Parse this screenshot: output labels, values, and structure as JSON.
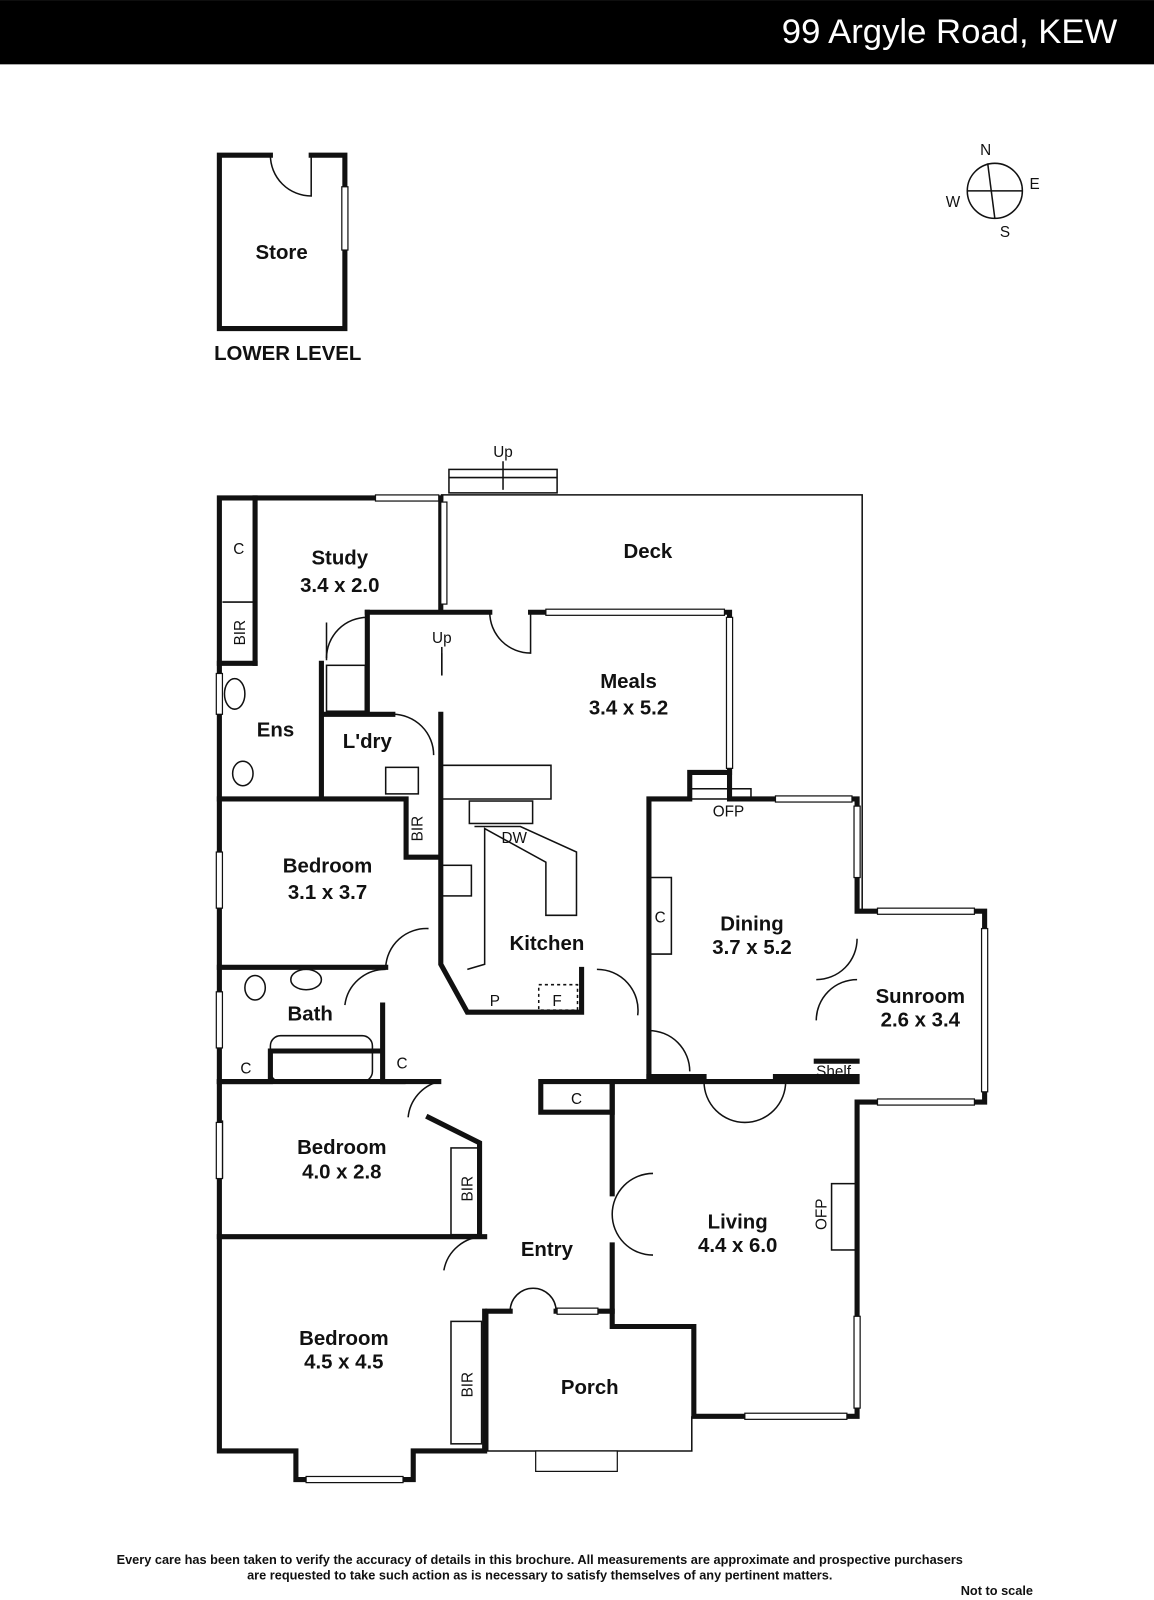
{
  "header": {
    "title": "99 Argyle Road, KEW"
  },
  "compass": {
    "n": "N",
    "e": "E",
    "s": "S",
    "w": "W"
  },
  "lower_level": {
    "room": "Store",
    "label": "LOWER LEVEL"
  },
  "rooms": {
    "study": {
      "name": "Study",
      "size": "3.4 x 2.0"
    },
    "deck": {
      "name": "Deck"
    },
    "meals": {
      "name": "Meals",
      "size": "3.4 x 5.2"
    },
    "ens": {
      "name": "Ens"
    },
    "laundry": {
      "name": "L'dry"
    },
    "bed1": {
      "name": "Bedroom",
      "size": "3.1 x 3.7"
    },
    "kitchen": {
      "name": "Kitchen"
    },
    "dining": {
      "name": "Dining",
      "size": "3.7 x 5.2"
    },
    "sunroom": {
      "name": "Sunroom",
      "size": "2.6 x 3.4"
    },
    "bath": {
      "name": "Bath"
    },
    "bed2": {
      "name": "Bedroom",
      "size": "4.0 x 2.8"
    },
    "living": {
      "name": "Living",
      "size": "4.4 x 6.0"
    },
    "entry": {
      "name": "Entry"
    },
    "bed3": {
      "name": "Bedroom",
      "size": "4.5 x 4.5"
    },
    "porch": {
      "name": "Porch"
    }
  },
  "fixtures": {
    "c": "C",
    "bir": "BIR",
    "up": "Up",
    "ofp": "OFP",
    "dw": "DW",
    "p": "P",
    "f": "F",
    "shelf": "Shelf"
  },
  "footer": {
    "disclaimer_1": "Every care has been taken to verify the accuracy of details in this brochure.  All measurements are approximate and prospective purchasers",
    "disclaimer_2": "are requested to take such action as is necessary to satisfy themselves of any pertinent matters.",
    "scale_note": "Not to scale"
  }
}
